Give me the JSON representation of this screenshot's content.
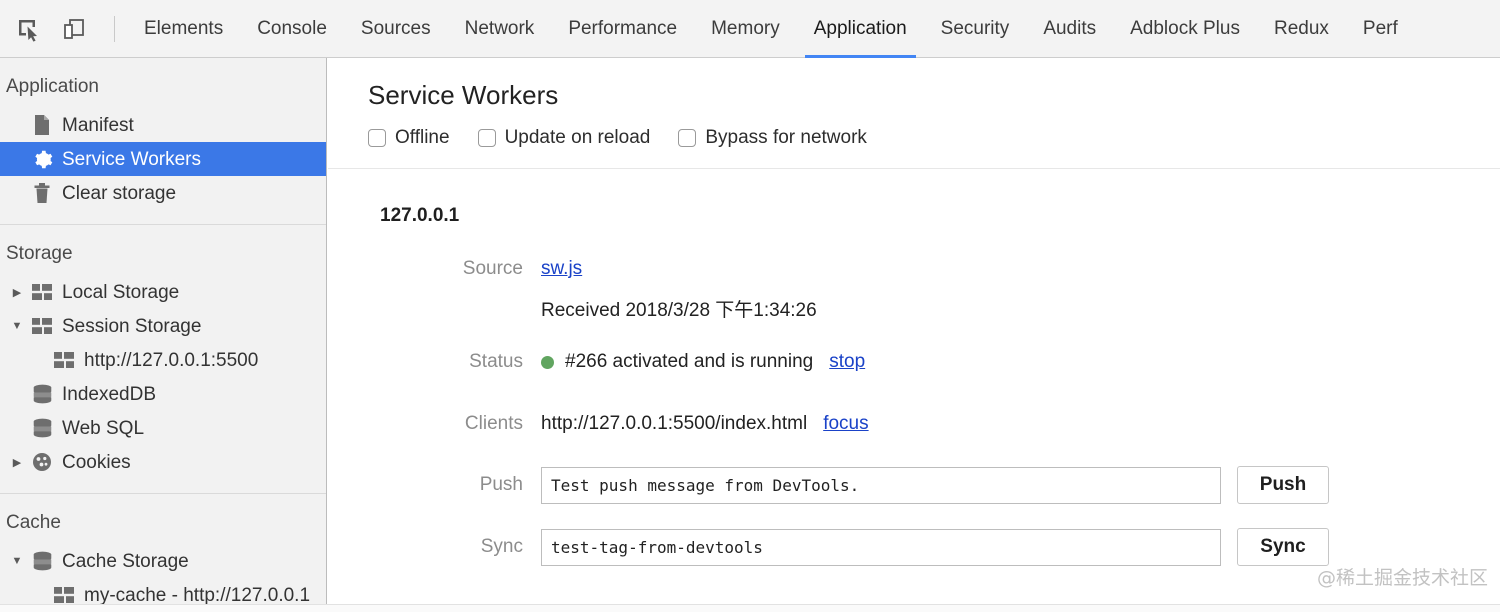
{
  "toolbar": {
    "icons": [
      {
        "name": "inspect-element-icon",
        "label": "Inspect element"
      },
      {
        "name": "device-toolbar-icon",
        "label": "Toggle device toolbar"
      }
    ],
    "tabs": [
      {
        "label": "Elements",
        "active": false
      },
      {
        "label": "Console",
        "active": false
      },
      {
        "label": "Sources",
        "active": false
      },
      {
        "label": "Network",
        "active": false
      },
      {
        "label": "Performance",
        "active": false
      },
      {
        "label": "Memory",
        "active": false
      },
      {
        "label": "Application",
        "active": true
      },
      {
        "label": "Security",
        "active": false
      },
      {
        "label": "Audits",
        "active": false
      },
      {
        "label": "Adblock Plus",
        "active": false
      },
      {
        "label": "Redux",
        "active": false
      },
      {
        "label": "Perf",
        "active": false
      }
    ],
    "active_tab": "Application",
    "accent_color": "#4285f4"
  },
  "sidebar": {
    "sections": [
      {
        "header": "Application",
        "items": [
          {
            "label": "Manifest",
            "icon": "document-icon",
            "selected": false,
            "twisty": "",
            "indent": 1
          },
          {
            "label": "Service Workers",
            "icon": "gear-icon",
            "selected": true,
            "twisty": "",
            "indent": 1
          },
          {
            "label": "Clear storage",
            "icon": "trash-icon",
            "selected": false,
            "twisty": "",
            "indent": 1
          }
        ]
      },
      {
        "header": "Storage",
        "items": [
          {
            "label": "Local Storage",
            "icon": "table-icon",
            "selected": false,
            "twisty": "collapsed",
            "indent": 0
          },
          {
            "label": "Session Storage",
            "icon": "table-icon",
            "selected": false,
            "twisty": "expanded",
            "indent": 0
          },
          {
            "label": "http://127.0.0.1:5500",
            "icon": "table-icon",
            "selected": false,
            "twisty": "",
            "indent": 2
          },
          {
            "label": "IndexedDB",
            "icon": "database-icon",
            "selected": false,
            "twisty": "",
            "indent": 1
          },
          {
            "label": "Web SQL",
            "icon": "database-icon",
            "selected": false,
            "twisty": "",
            "indent": 1
          },
          {
            "label": "Cookies",
            "icon": "cookie-icon",
            "selected": false,
            "twisty": "collapsed",
            "indent": 0
          }
        ]
      },
      {
        "header": "Cache",
        "items": [
          {
            "label": "Cache Storage",
            "icon": "database-icon",
            "selected": false,
            "twisty": "expanded",
            "indent": 0
          },
          {
            "label": "my-cache - http://127.0.0.1",
            "icon": "table-icon",
            "selected": false,
            "twisty": "",
            "indent": 2
          }
        ]
      }
    ],
    "selected_color": "#3b78e7"
  },
  "main": {
    "title": "Service Workers",
    "checkboxes": [
      {
        "label": "Offline",
        "checked": false
      },
      {
        "label": "Update on reload",
        "checked": false
      },
      {
        "label": "Bypass for network",
        "checked": false
      }
    ],
    "origin": "127.0.0.1",
    "rows": {
      "source_label": "Source",
      "source_link": "sw.js",
      "received_text": "Received 2018/3/28 下午1:34:26",
      "status_label": "Status",
      "status_text": "#266 activated and is running",
      "status_color": "#61a560",
      "status_action": "stop",
      "clients_label": "Clients",
      "clients_value": "http://127.0.0.1:5500/index.html",
      "clients_action": "focus",
      "push_label": "Push",
      "push_value": "Test push message from DevTools.",
      "push_button": "Push",
      "sync_label": "Sync",
      "sync_value": "test-tag-from-devtools",
      "sync_button": "Sync"
    }
  },
  "watermark": "@稀土掘金技术社区"
}
